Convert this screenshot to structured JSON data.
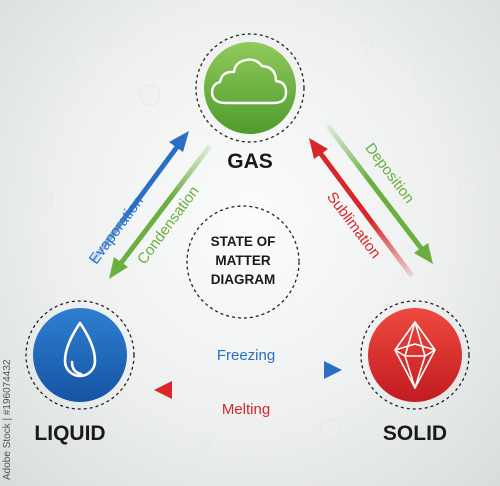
{
  "diagram": {
    "center": {
      "line1": "STATE OF",
      "line2": "MATTER",
      "line3": "DIAGRAM"
    },
    "states": {
      "gas": {
        "label": "GAS",
        "icon": "cloud-icon",
        "color": "#6aaf3f"
      },
      "liquid": {
        "label": "LIQUID",
        "icon": "water-drop-icon",
        "color": "#1f67b9"
      },
      "solid": {
        "label": "SOLID",
        "icon": "crystal-icon",
        "color": "#d8262b"
      }
    },
    "transitions": {
      "evaporation": {
        "label": "Evaporation",
        "from": "liquid",
        "to": "gas",
        "color": "#2a6fc4"
      },
      "condensation": {
        "label": "Condensation",
        "from": "gas",
        "to": "liquid",
        "color": "#6aaf3f"
      },
      "deposition": {
        "label": "Deposition",
        "from": "gas",
        "to": "solid",
        "color": "#6aaf3f"
      },
      "sublimation": {
        "label": "Sublimation",
        "from": "solid",
        "to": "gas",
        "color": "#d8262b"
      },
      "freezing": {
        "label": "Freezing",
        "from": "liquid",
        "to": "solid",
        "color": "#2a6fc4"
      },
      "melting": {
        "label": "Melting",
        "from": "solid",
        "to": "liquid",
        "color": "#d8262b"
      }
    }
  },
  "watermark": "Adobe Stock | #196074432"
}
